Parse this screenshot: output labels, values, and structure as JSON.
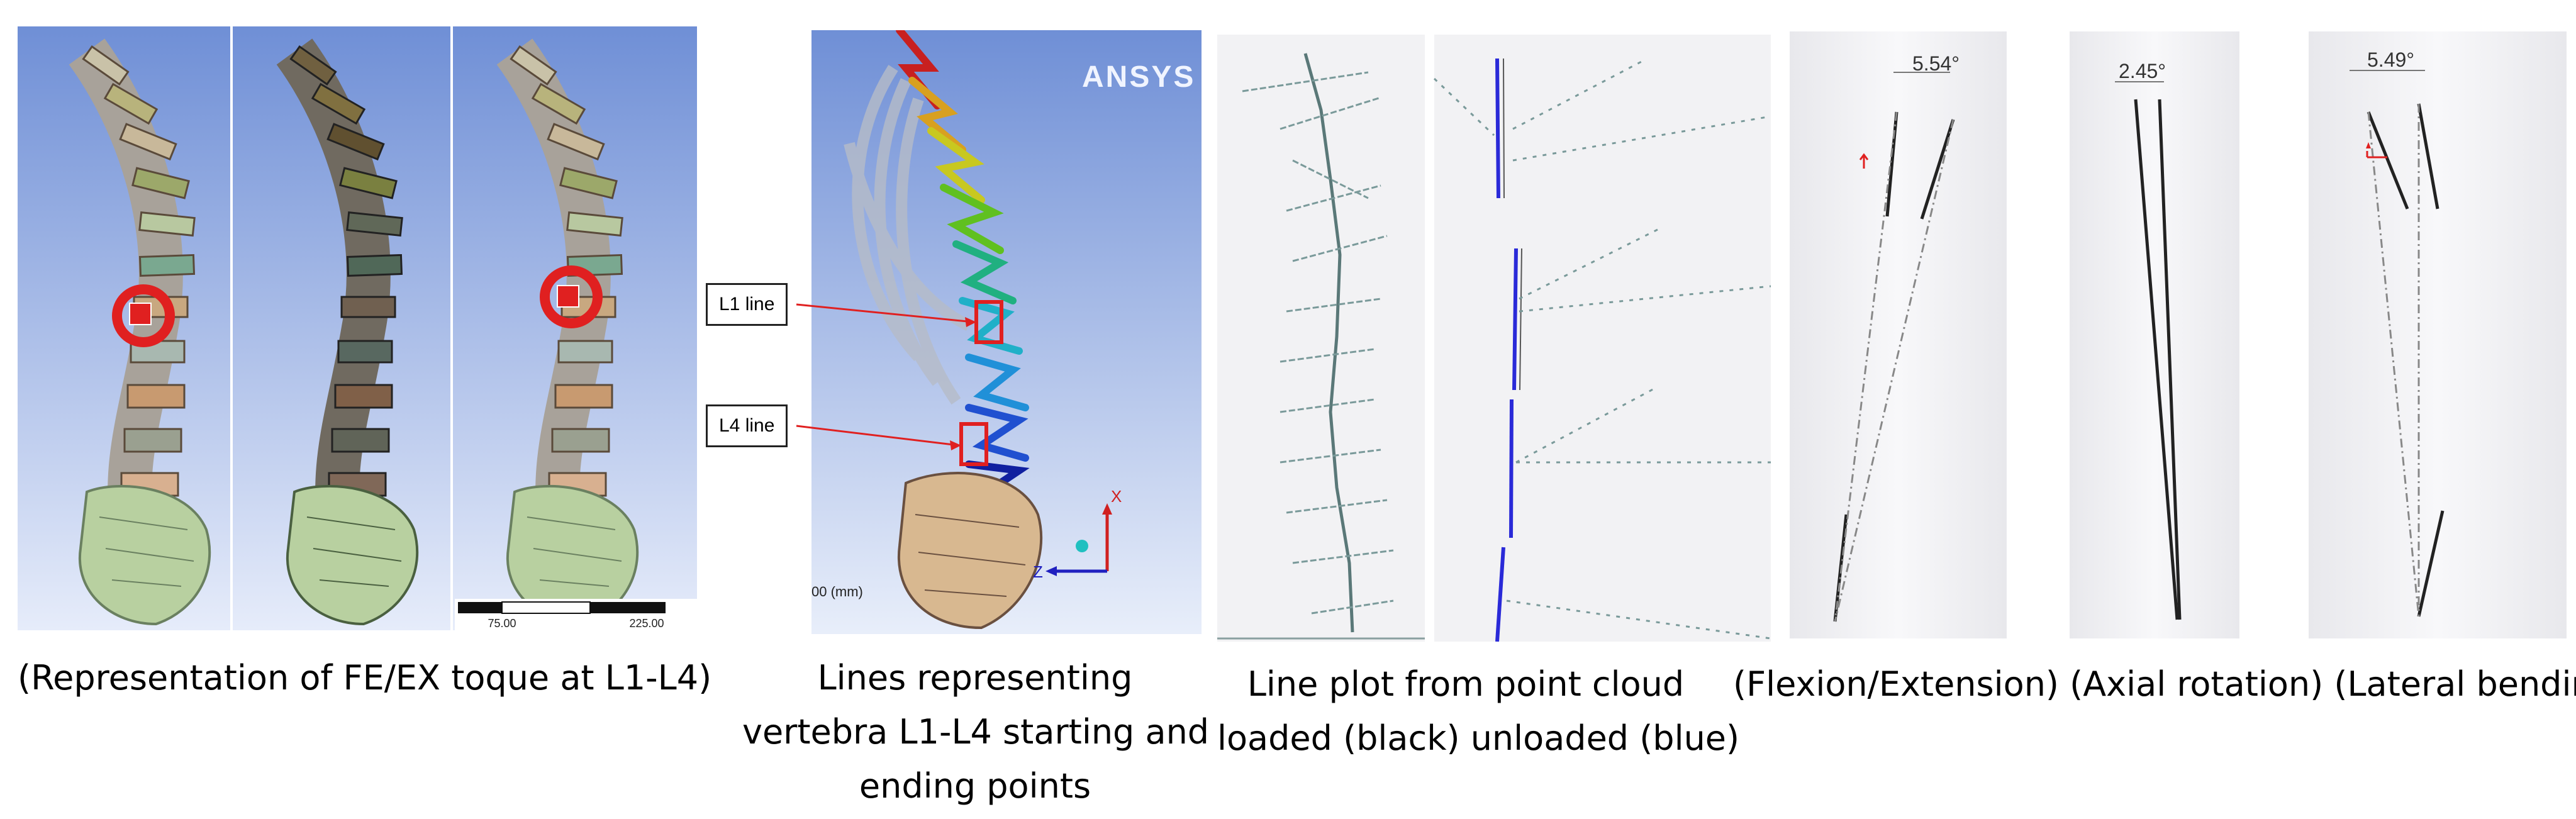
{
  "captions": {
    "c1": "(Representation of FE/EX toque at L1-L4)",
    "c2_l1": "Lines representing",
    "c2_l2": "vertebra L1-L4 starting and",
    "c2_l3": "ending points",
    "c3_l1": "Line plot from point cloud",
    "c3_l2": "loaded (black) unloaded (blue)",
    "c4": "(Flexion/Extension) (Axial rotation) (Lateral bending)"
  },
  "callouts": {
    "l1": "L1 line",
    "l4": "L4 line"
  },
  "ansys": {
    "logo": "ANSYS",
    "unit": "00 (mm)",
    "axis_x": "X",
    "axis_z": "Z"
  },
  "scalebar": {
    "left": "75.00",
    "right": "225.00"
  },
  "angles": {
    "flexion": "5.54°",
    "axial": "2.45°",
    "lateral": "5.49°"
  },
  "colors": {
    "background": "#6f8fd6",
    "torque": "#e02020",
    "loaded": "#222222",
    "unloaded": "#2a2ad8",
    "callout_arrow": "#e02020"
  }
}
